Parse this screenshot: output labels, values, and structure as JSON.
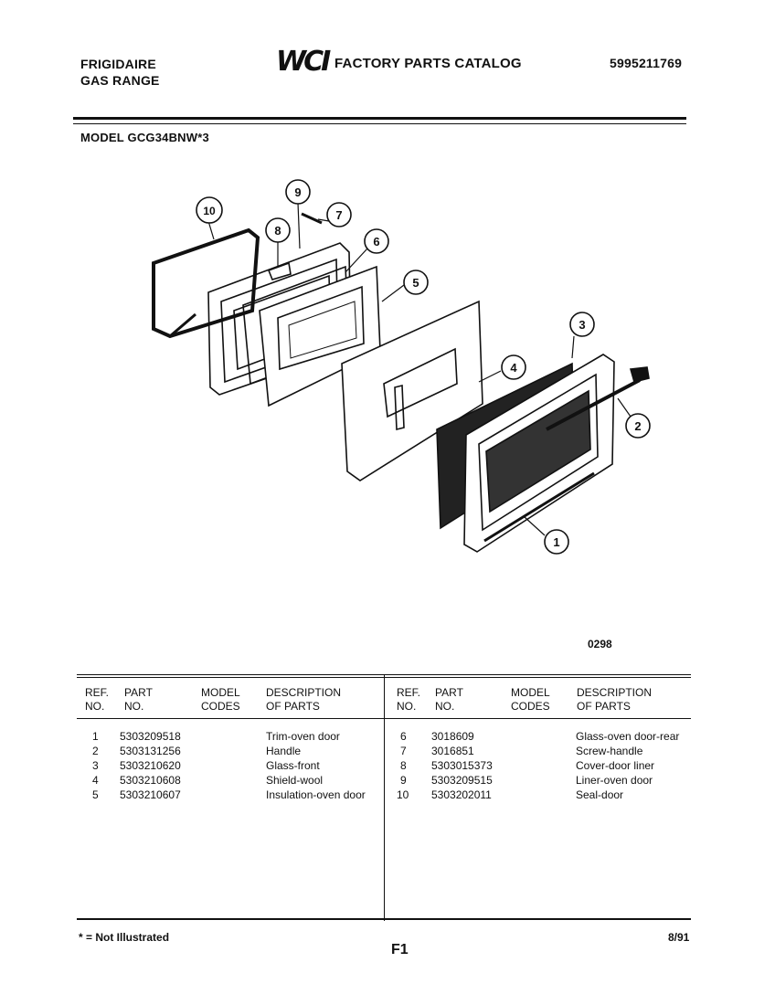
{
  "header": {
    "brand_line1": "FRIGIDAIRE",
    "brand_line2": "GAS RANGE",
    "logo": "WCI",
    "catalog_title": "FACTORY PARTS CATALOG",
    "catalog_number": "5995211769",
    "model": "MODEL GCG34BNW*3"
  },
  "diagram": {
    "callouts": [
      "1",
      "2",
      "3",
      "4",
      "5",
      "6",
      "7",
      "8",
      "9",
      "10"
    ],
    "figure_code": "0298"
  },
  "table": {
    "col_headers": {
      "ref_l1": "REF.",
      "ref_l2": "NO.",
      "part_l1": "PART",
      "part_l2": "NO.",
      "model_l1": "MODEL",
      "model_l2": "CODES",
      "desc_l1": "DESCRIPTION",
      "desc_l2": "OF PARTS"
    },
    "col_headers_right": {
      "ref_l1": "REF.",
      "ref_l2": "NO.",
      "part_l1": "PART",
      "part_l2": "NO.",
      "model_l1": "MODEL",
      "model_l2": "CODES",
      "desc_l1": "DESCRIPTION",
      "desc_l2": "OF PARTS"
    },
    "left_rows": [
      {
        "ref": "1",
        "part": "5303209518",
        "desc": "Trim-oven door"
      },
      {
        "ref": "2",
        "part": "5303131256",
        "desc": "Handle"
      },
      {
        "ref": "3",
        "part": "5303210620",
        "desc": "Glass-front"
      },
      {
        "ref": "4",
        "part": "5303210608",
        "desc": "Shield-wool"
      },
      {
        "ref": "5",
        "part": "5303210607",
        "desc": "Insulation-oven door"
      }
    ],
    "right_rows": [
      {
        "ref": "6",
        "part": "3018609",
        "desc": "Glass-oven door-rear"
      },
      {
        "ref": "7",
        "part": "3016851",
        "desc": "Screw-handle"
      },
      {
        "ref": "8",
        "part": "5303015373",
        "desc": "Cover-door liner"
      },
      {
        "ref": "9",
        "part": "5303209515",
        "desc": "Liner-oven door"
      },
      {
        "ref": "10",
        "part": "5303202011",
        "desc": "Seal-door"
      }
    ]
  },
  "footer": {
    "note": "* = Not Illustrated",
    "page": "F1",
    "date": "8/91"
  }
}
